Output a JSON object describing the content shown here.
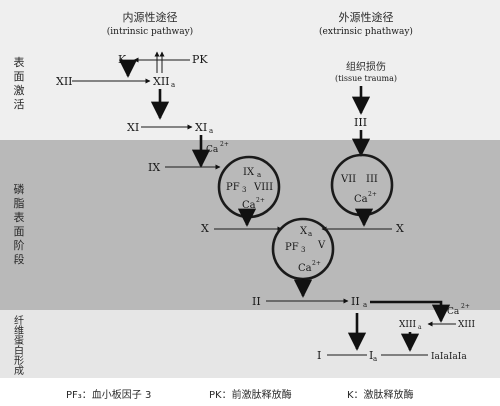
{
  "pathways": {
    "intrinsic_cn": "内源性途径",
    "intrinsic_en": "(intrinsic pathway)",
    "extrinsic_cn": "外源性途径",
    "extrinsic_en": "(extrinsic phathway)"
  },
  "phases": {
    "surface": [
      "表",
      "面",
      "激",
      "活"
    ],
    "phospholipid": [
      "磷",
      "脂",
      "表",
      "面",
      "阶",
      "段"
    ],
    "fibrin": [
      "纤",
      "维",
      "蛋",
      "白",
      "形",
      "成"
    ]
  },
  "nodes": {
    "xii": "XII",
    "xiia": "XII",
    "k": "K",
    "pk": "PK",
    "xi": "XI",
    "xia": "XI",
    "ca1": "Ca",
    "ix": "IX",
    "circle1_top": "IX",
    "circle1_pf3": "PF",
    "circle1_viii": "VIII",
    "circle1_ca": "Ca",
    "tissue_cn": "组织损伤",
    "tissue_en": "(tissue trauma)",
    "iii_top": "III",
    "circle3_vii": "VII",
    "circle3_iii": "III",
    "circle3_ca": "Ca",
    "x_left": "X",
    "x_right": "X",
    "circle2_top": "X",
    "circle2_pf3": "PF",
    "circle2_v": "V",
    "circle2_ca": "Ca",
    "ii": "II",
    "iia": "II",
    "ca4": "Ca",
    "xiii": "XIII",
    "xiiia": "XIII",
    "fib_i": "I",
    "fib_ia": "I",
    "fib_polymer": "IaIaIaIa"
  },
  "sub": {
    "a": "a",
    "three": "3",
    "two_plus": "2+"
  },
  "legend": {
    "pf3": "PF₃：血小板因子 3",
    "pk": "PK：前激肽释放酶",
    "k": "K：激肽释放酶"
  },
  "colors": {
    "background": "#ffffff",
    "band_light": "#efefef",
    "band_mid": "#b9b9b9",
    "band_low": "#e6e6e6",
    "ink": "#1a1a1a"
  }
}
